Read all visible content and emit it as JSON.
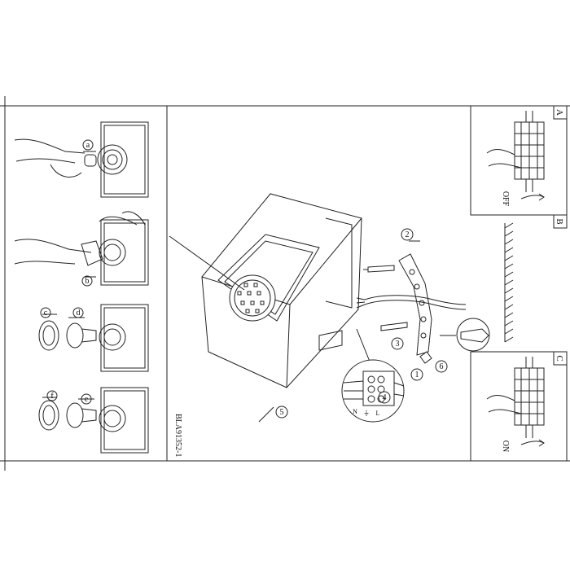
{
  "model_code": "BLA91352-1",
  "panels": {
    "a": {
      "letter": "A",
      "caption": "OFF"
    },
    "b": {
      "letter": "B"
    },
    "c": {
      "letter": "C",
      "caption": "ON"
    }
  },
  "left_steps": {
    "step1": [
      "a"
    ],
    "step2": [
      "b"
    ],
    "step3": [
      "c",
      "d"
    ],
    "step4": [
      "f",
      "e"
    ]
  },
  "callouts": [
    "1",
    "2",
    "3",
    "4",
    "5",
    "6"
  ],
  "terminal_labels": [
    "N",
    "⏚",
    "L"
  ]
}
